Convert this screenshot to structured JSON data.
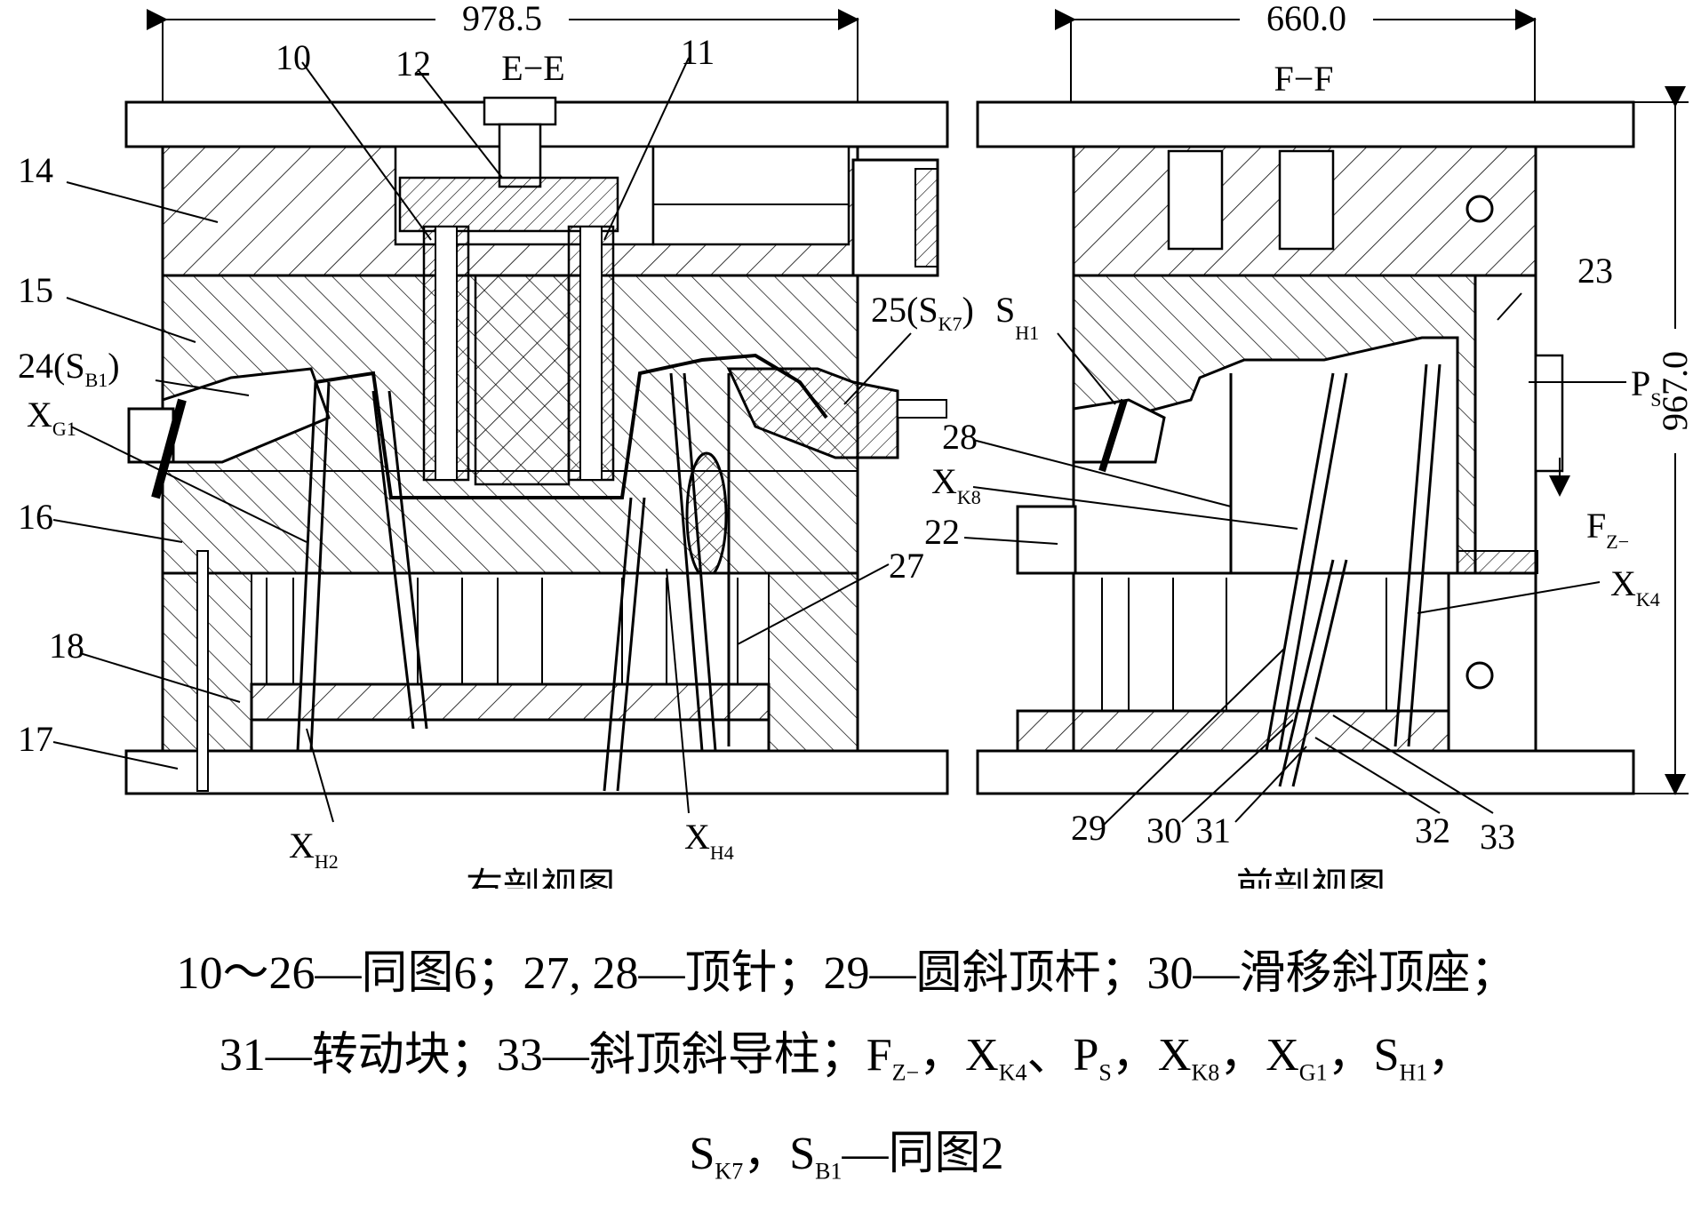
{
  "dims": {
    "width_right": "978.5",
    "width_front": "660.0",
    "height_front": "967.0"
  },
  "sections": {
    "right": "E−E",
    "front": "F−F"
  },
  "view_titles": {
    "right": "右剖视图",
    "front": "前剖视图"
  },
  "labels": {
    "n10": "10",
    "n11": "11",
    "n12": "12",
    "n14": "14",
    "n15": "15",
    "n16": "16",
    "n17": "17",
    "n18": "18",
    "n22": "22",
    "n23": "23",
    "n24": "24(S",
    "n24_sub": "B1",
    "n24_end": ")",
    "n25": "25(S",
    "n25_sub": "K7",
    "n25_end": ")",
    "n27": "27",
    "n28": "28",
    "n29": "29",
    "n30": "30",
    "n31": "31",
    "n32": "32",
    "n33": "33",
    "xg1": "X",
    "xg1_sub": "G1",
    "xh2": "X",
    "xh2_sub": "H2",
    "xh4": "X",
    "xh4_sub": "H4",
    "sh1": "S",
    "sh1_sub": "H1",
    "xk8": "X",
    "xk8_sub": "K8",
    "ps": "P",
    "ps_sub": "S",
    "fz": "F",
    "fz_sub": "Z−",
    "xk4": "X",
    "xk4_sub": "K4"
  },
  "caption": {
    "line1": "10～26—同图6；27, 28—顶针；29—圆斜顶杆；30—滑移斜顶座；",
    "line2_a": "31—转动块；33—斜顶斜导柱；F",
    "line2_fz": "Z−",
    "line2_b": "，X",
    "line2_k4": "K4",
    "line2_c": "、P",
    "line2_s": "S",
    "line2_d": "，X",
    "line2_k8": "K8",
    "line2_e": "，X",
    "line2_g1": "G1",
    "line2_f": "，S",
    "line2_h1": "H1",
    "line2_g": "，",
    "line3_a": "S",
    "line3_k7": "K7",
    "line3_b": "，S",
    "line3_b1": "B1",
    "line3_c": "—同图2"
  }
}
